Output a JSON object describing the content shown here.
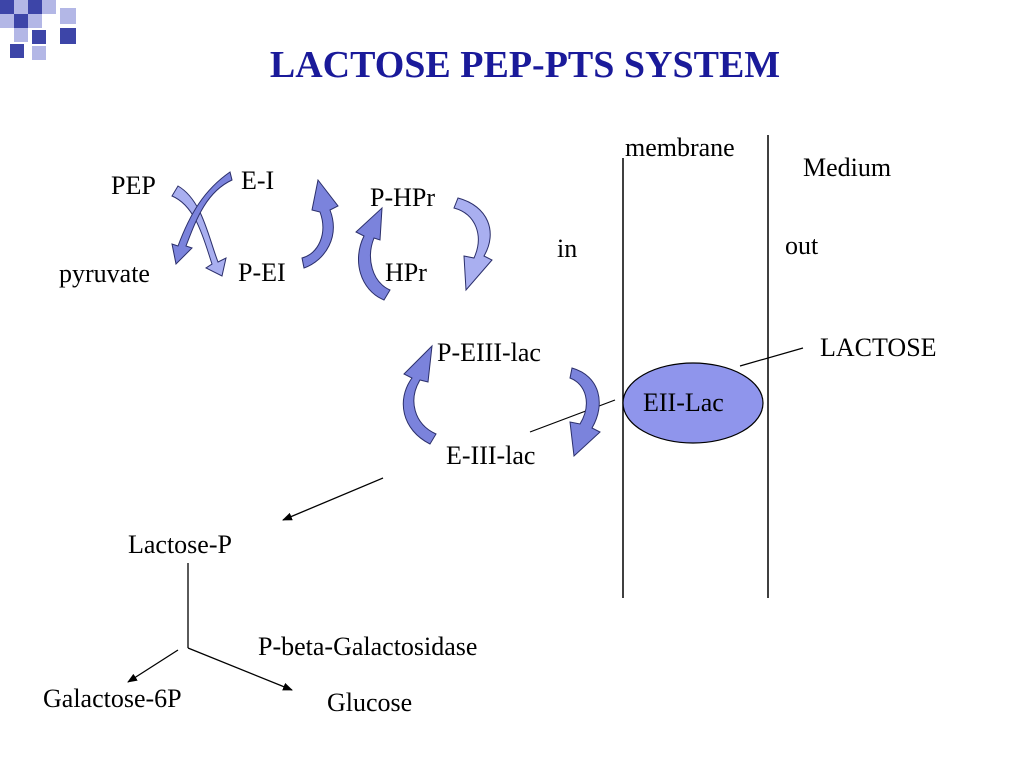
{
  "slide": {
    "title": "LACTOSE PEP-PTS SYSTEM",
    "colors": {
      "title": "#1a1a9a",
      "arrow_fill": "#7b83dc",
      "arrow_fill_light": "#a9aff0",
      "arrow_stroke": "#2b2f6b",
      "ellipse_fill": "#8f95ec",
      "decor_dark": "#3d45a8",
      "decor_light": "#b3b7e6",
      "line": "#000000"
    },
    "icons": [
      "corner-squares-decoration",
      "curved-arrow-icon",
      "straight-arrow-icon"
    ]
  },
  "labels": {
    "membrane": "membrane",
    "medium": "Medium",
    "in": "in",
    "out": "out",
    "pep": "PEP",
    "pyruvate": "pyruvate",
    "ei": "E-I",
    "pei": "P-EI",
    "phpr": "P-HPr",
    "hpr": "HPr",
    "peiii": "P-EIII-lac",
    "eiii": "E-III-lac",
    "lactose": "LACTOSE",
    "eii": "EII-Lac",
    "lactose_p": "Lactose-P",
    "enzyme": "P-beta-Galactosidase",
    "galactose": "Galactose-6P",
    "glucose": "Glucose"
  }
}
